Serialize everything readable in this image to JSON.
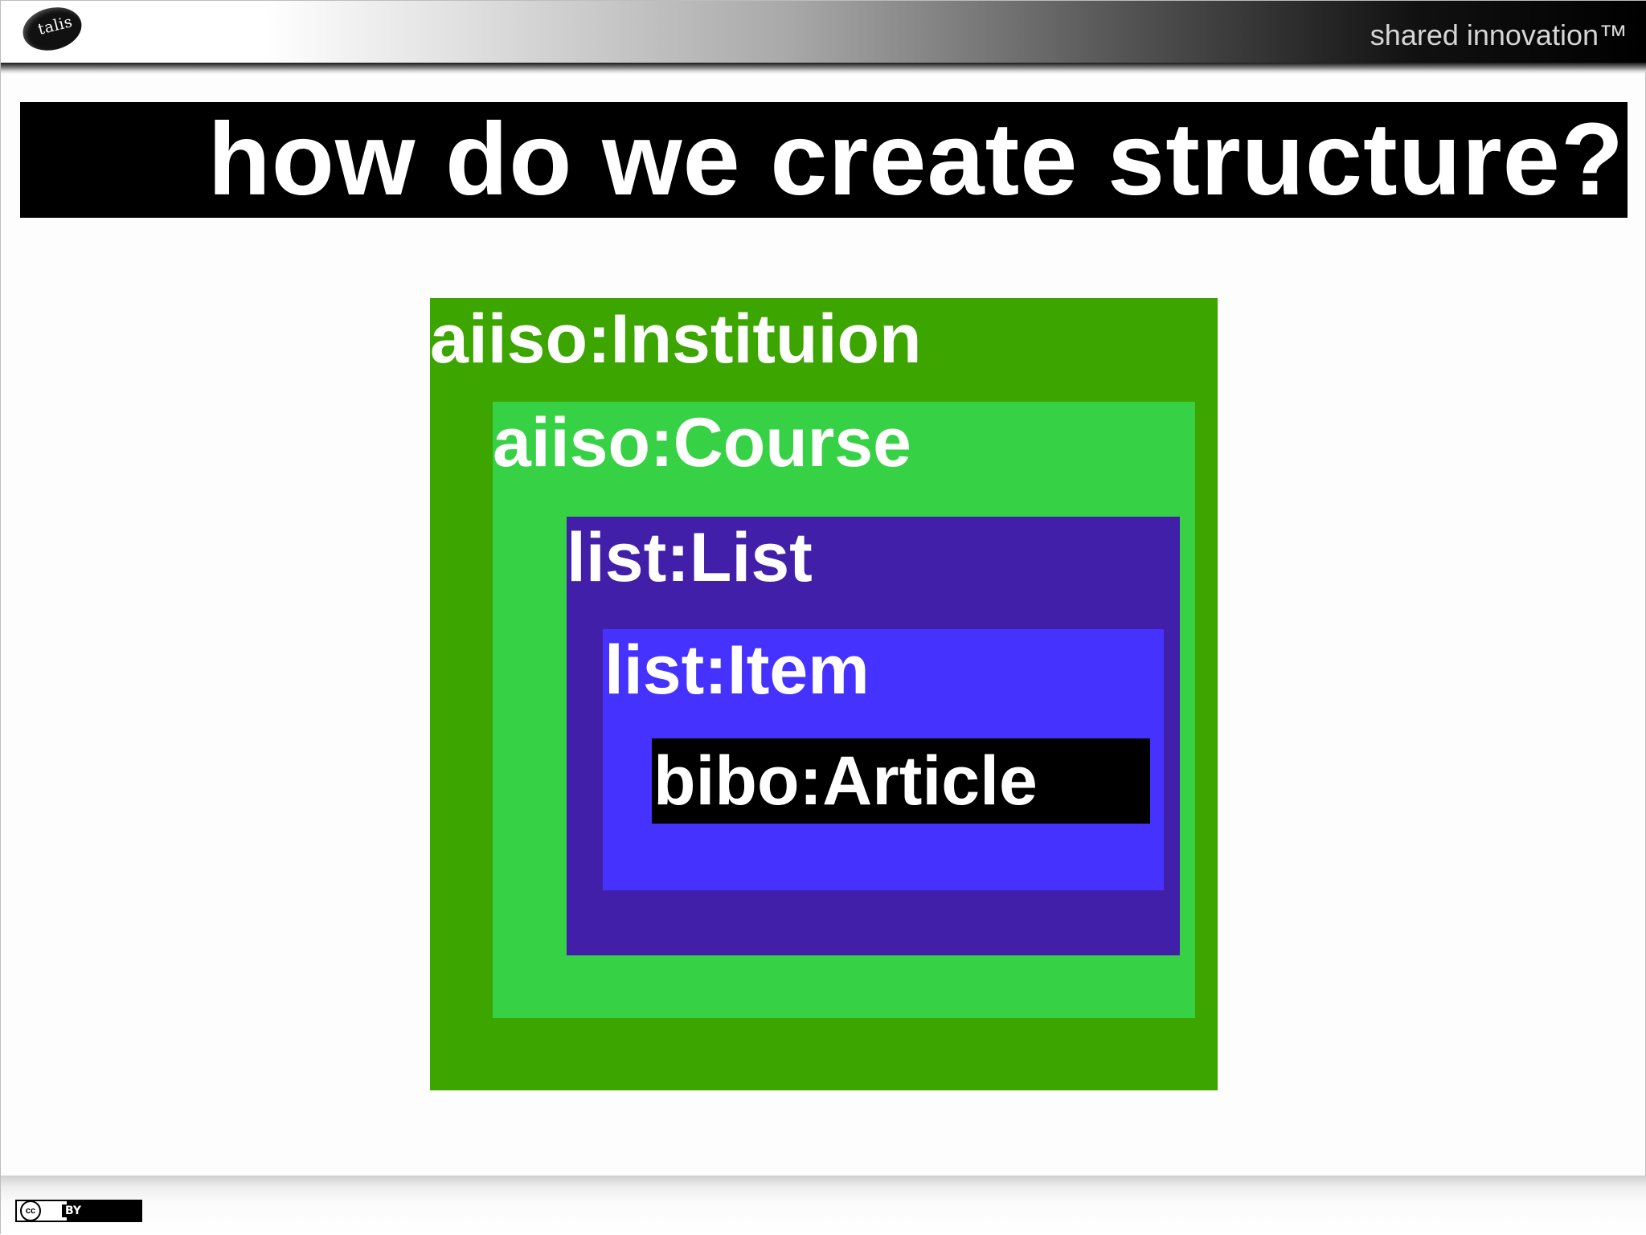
{
  "header": {
    "logo_text": "talis",
    "tagline": "shared innovation™"
  },
  "slide": {
    "title": "how do we create structure?"
  },
  "diagram": {
    "boxes": [
      {
        "label": "aiiso:Instituion",
        "color": "#3ca500"
      },
      {
        "label": "aiiso:Course",
        "color": "#37d145"
      },
      {
        "label": "list:List",
        "color": "#421fa8"
      },
      {
        "label": "list:Item",
        "color": "#4632ff"
      },
      {
        "label": "bibo:Article",
        "color": "#000000"
      }
    ]
  },
  "footer": {
    "license_cc": "cc",
    "license_by": "BY"
  }
}
